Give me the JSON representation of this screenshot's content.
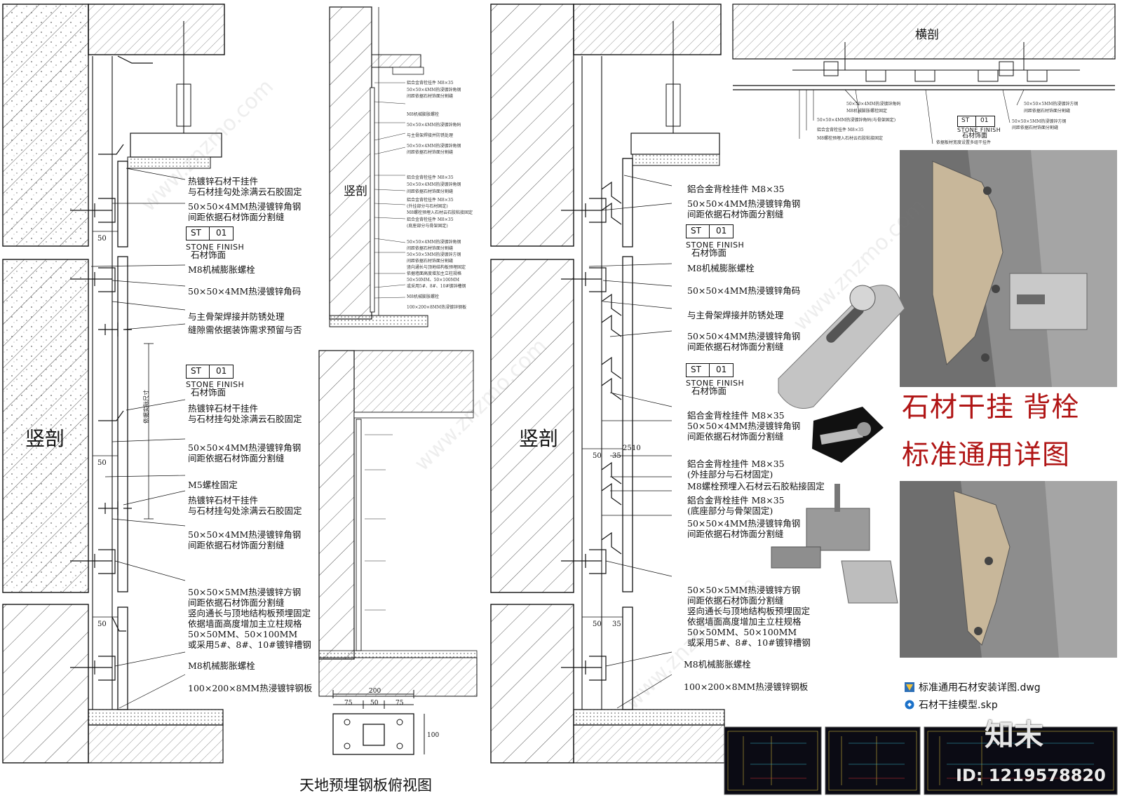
{
  "sections": {
    "vertical_left": "竖剖",
    "vertical_mid": "竖剖",
    "vertical_right": "竖剖",
    "horizontal": "横剖",
    "plan_view": "天地预埋钢板俯视图"
  },
  "stone_tag": {
    "code": "ST",
    "num": "01",
    "en": "STONE FINISH",
    "cn": "石材饰面"
  },
  "left_labels": [
    "热镀锌石材干挂件",
    "与石材挂勾处涂满云石胶固定",
    "50×50×4MM热浸镀锌角钢",
    "间距依据石材饰面分割缝",
    "M8机械膨胀螺栓",
    "50×50×4MM热浸镀锌角码",
    "与主骨架焊接并防锈处理",
    "缝隙需依据装饰需求预留与否",
    "热镀锌石材干挂件",
    "与石材挂勾处涂满云石胶固定",
    "50×50×4MM热浸镀锌角钢",
    "间距依据石材饰面分割缝",
    "M5螺栓固定",
    "热镀锌石材干挂件",
    "与石材挂勾处涂满云石胶固定",
    "50×50×4MM热浸镀锌角钢",
    "间距依据石材饰面分割缝",
    "50×50×5MM热浸镀锌方钢",
    "间距依据石材饰面分割缝",
    "竖向通长与顶地结构板预埋固定",
    "依据墙面高度增加主立柱规格",
    "50×50MM、50×100MM",
    "或采用5#、8#、10#镀锌槽钢",
    "M8机械膨胀螺栓",
    "100×200×8MM热浸镀锌钢板"
  ],
  "right_labels": [
    "鋁合金背栓挂件 M8×35",
    "50×50×4MM热浸镀锌角钢",
    "间距依据石材饰面分割缝",
    "M8机械膨胀螺栓",
    "50×50×4MM热浸镀锌角码",
    "与主骨架焊接并防锈处理",
    "50×50×4MM热浸镀锌角钢",
    "间距依据石材饰面分割缝",
    "鋁合金背栓挂件 M8×35",
    "50×50×4MM热浸镀锌角钢",
    "间距依据石材饰面分割缝",
    "鋁合金背栓挂件 M8×35",
    "(外挂部分与石材固定)",
    "M8螺栓预埋入石材云石胶粘接固定",
    "鋁合金背栓挂件 M8×35",
    "(底座部分与骨架固定)",
    "50×50×4MM热浸镀锌角钢",
    "间距依据石材饰面分割缝",
    "50×50×5MM热浸镀锌方钢",
    "间距依据石材饰面分割缝",
    "竖向通长与顶地结构板预埋固定",
    "依据墙面高度增加主立柱规格",
    "50×50MM、50×100MM",
    "或采用5#、8#、10#镀锌槽钢",
    "M8机械膨胀螺栓",
    "100×200×8MM热浸镀锌钢板"
  ],
  "horizontal_labels": [
    "50×50×4MM热浸镀锌角码",
    "M8机械膨胀螺栓固定",
    "50×50×4MM热浸镀锌角码(与骨架固定)",
    "鋁合金背栓挂件 M8×35",
    "M8螺栓预埋入石材云石胶粘接固定",
    "依据板材宽度设置多组干挂件",
    "50×50×5MM热浸镀锌方钢",
    "间距依据石材饰面分割缝",
    "50×50×5MM热浸镀锌方钢",
    "间距依据石材饰面分割缝"
  ],
  "dims": {
    "d50": "50",
    "d35": "35",
    "d25": "25",
    "d10": "10",
    "plan_total": "200",
    "plan_a": "75",
    "plan_b": "50",
    "plan_c": "75",
    "plan_h": "100",
    "span": "依据实际尺寸"
  },
  "title": {
    "line1": "石材干挂 背栓",
    "line2": "标准通用详图"
  },
  "files": [
    {
      "name": "标准通用石材安装详图.dwg",
      "icon": "dwg-file-icon"
    },
    {
      "name": "石材干挂模型.skp",
      "icon": "skp-file-icon"
    }
  ],
  "brand": {
    "logo": "知末",
    "id": "ID: 1219578820"
  },
  "watermark": "www.znzmo.com",
  "colors": {
    "title_red": "#b01515",
    "hatch": "#444444",
    "photo_gray": "#8d8d8d"
  }
}
